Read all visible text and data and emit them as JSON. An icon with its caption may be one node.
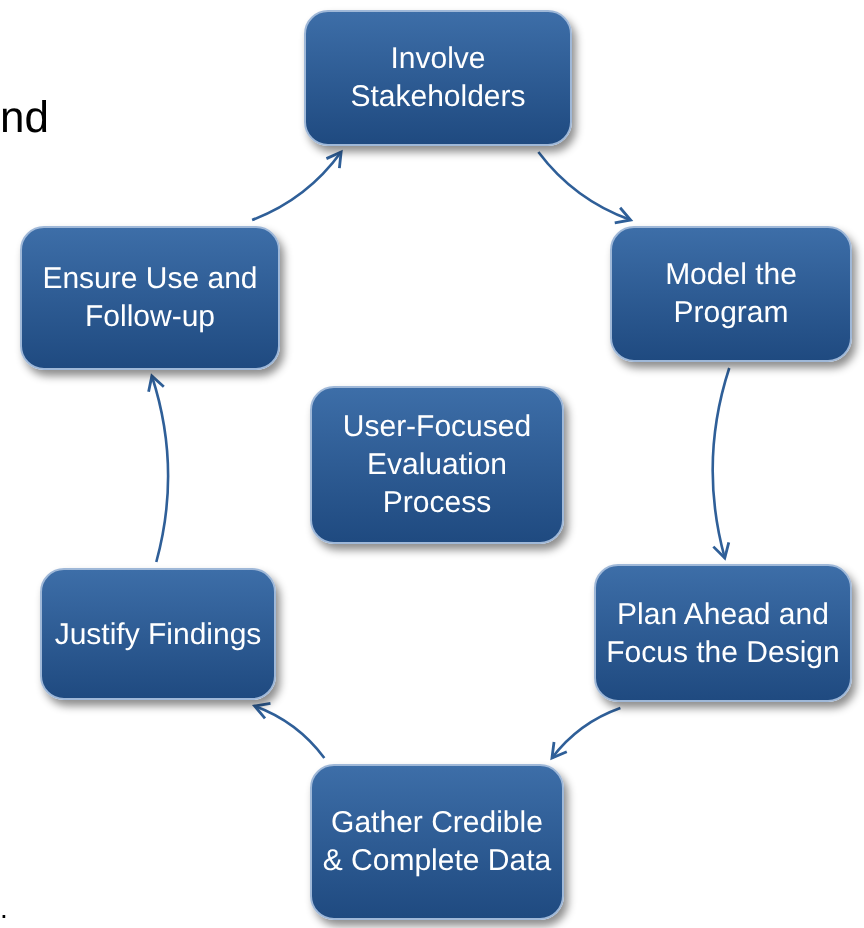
{
  "diagram": {
    "nodes": [
      {
        "text": [
          "Involve Stakeholders"
        ]
      },
      {
        "text": [
          "Model the Program"
        ]
      },
      {
        "text": [
          "Plan Ahead and Focus the Design"
        ]
      },
      {
        "text": [
          "Gather Credible & Complete Data"
        ]
      },
      {
        "text": [
          "Justify Findings"
        ]
      },
      {
        "text": [
          "Ensure Use and Follow-up"
        ]
      },
      {
        "text": [
          "User-Focused Evaluation Process"
        ]
      }
    ],
    "edges": [
      {
        "from": 0,
        "to": 1,
        "arrow": "to"
      },
      {
        "from": 1,
        "to": 2,
        "arrow": "to"
      },
      {
        "from": 2,
        "to": 3,
        "arrow": "to"
      },
      {
        "from": 3,
        "to": 4,
        "arrow": "to"
      },
      {
        "from": 4,
        "to": 5,
        "arrow": "to"
      },
      {
        "from": 5,
        "to": 0,
        "arrow": "to"
      }
    ],
    "labels": [
      "nd",
      "."
    ]
  }
}
